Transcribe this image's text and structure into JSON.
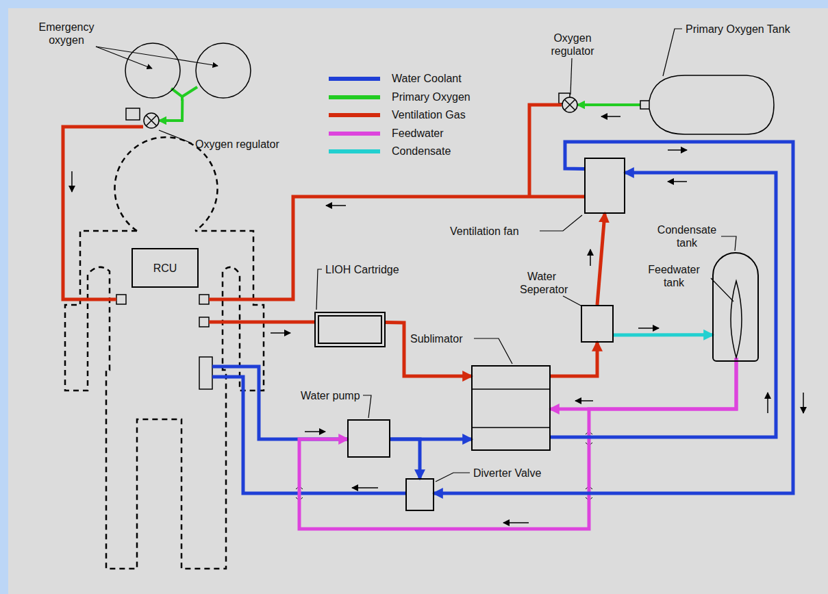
{
  "diagram": {
    "nodes": [
      {
        "text": [
          "RCU"
        ]
      },
      {
        "text": [
          "Emergency oxygen"
        ]
      },
      {
        "text": [
          "Oxygen regulator"
        ]
      },
      {
        "text": [
          "Oxygen regulator"
        ]
      },
      {
        "text": [
          "Primary Oxygen Tank"
        ]
      },
      {
        "text": [
          "Ventilation fan"
        ]
      },
      {
        "text": [
          "LIOH Cartridge"
        ]
      },
      {
        "text": [
          "Water Seperator"
        ]
      },
      {
        "text": [
          "Sublimator"
        ]
      },
      {
        "text": [
          "Condensate tank"
        ]
      },
      {
        "text": [
          "Feedwater tank"
        ],
        "in": 9
      },
      {
        "text": [
          "Water pump"
        ]
      },
      {
        "text": [
          "Diverter Valve"
        ]
      }
    ],
    "edges": [
      {
        "from": 4,
        "to": 3,
        "arrow": "to"
      },
      {
        "from": 1,
        "to": 2,
        "arrow": "to"
      },
      {
        "from": 6,
        "to": 8,
        "arrow": "to"
      },
      {
        "from": 8,
        "to": 7,
        "arrow": "to"
      },
      {
        "from": 7,
        "to": 5,
        "arrow": "to"
      },
      {
        "from": 7,
        "to": 9,
        "arrow": "to"
      },
      {
        "from": 10,
        "to": 8,
        "arrow": "to"
      },
      {
        "from": 10,
        "to": 11,
        "arrow": "to"
      },
      {
        "from": 11,
        "to": 8,
        "arrow": "to"
      },
      {
        "from": 11,
        "to": 12,
        "arrow": "to"
      },
      {
        "from": 8,
        "to": 5,
        "arrow": "to"
      },
      {
        "from": 5,
        "to": 12,
        "arrow": "to"
      }
    ],
    "legend": [
      {
        "text": "Water Coolant",
        "color": "#1f3fd6"
      },
      {
        "text": "Primary Oxygen",
        "color": "#22cc22"
      },
      {
        "text": "Ventilation Gas",
        "color": "#d42a0c"
      },
      {
        "text": "Feedwater",
        "color": "#dd44dd"
      },
      {
        "text": "Condensate",
        "color": "#22d0d0"
      }
    ]
  }
}
